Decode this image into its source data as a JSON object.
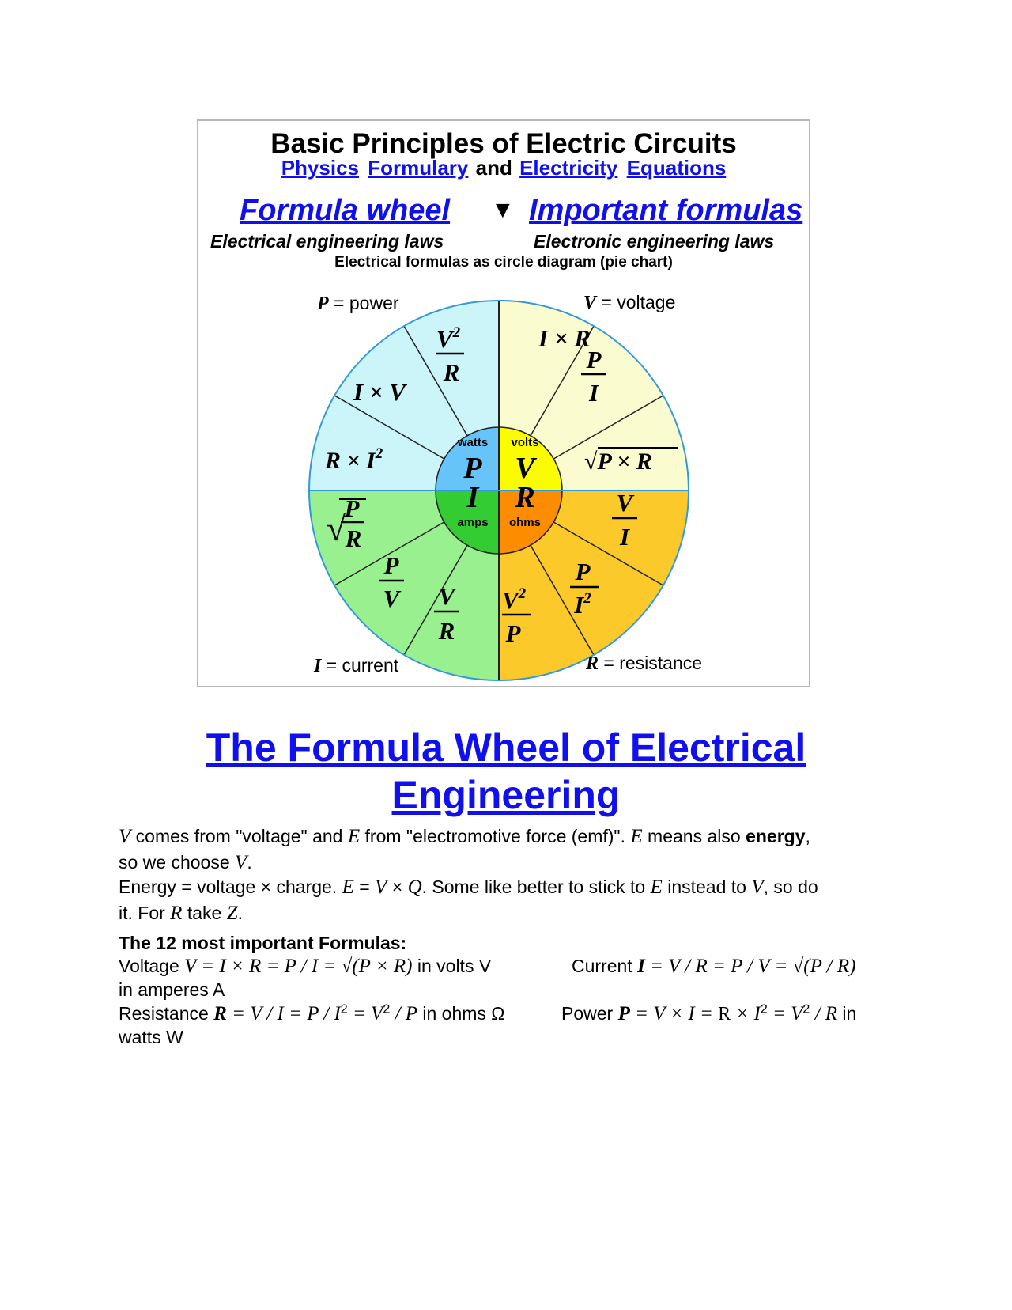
{
  "figure": {
    "title": "Basic Principles of Electric Circuits",
    "sub_links": [
      "Physics",
      "Formulary",
      "Electricity",
      "Equations"
    ],
    "sub_and": "and",
    "link_left": "Formula wheel",
    "triangle": "▼",
    "link_right": "Important formulas",
    "law_left": "Electrical engineering laws",
    "law_right": "Electronic engineering laws",
    "caption": "Electrical formulas as circle diagram (pie chart)",
    "wheel": {
      "corners": {
        "power": {
          "sym": "P",
          "text": " = power"
        },
        "voltage": {
          "sym": "V",
          "text": " = voltage"
        },
        "current": {
          "sym": "I",
          "text": " = current"
        },
        "resistance": {
          "sym": "R",
          "text": " = resistance"
        }
      },
      "center": {
        "watts": {
          "unit": "watts",
          "sym": "P"
        },
        "volts": {
          "unit": "volts",
          "sym": "V"
        },
        "amps": {
          "unit": "amps",
          "sym": "I"
        },
        "ohms": {
          "unit": "ohms",
          "sym": "R"
        }
      },
      "formulas": {
        "v_ir": "I × R",
        "v_sqrt_pr": "P × R",
        "p_iv": "I × V",
        "p_ri2": "R × I",
        "frac_num_p": "P",
        "frac_den_i": "I",
        "frac_num_v": "V",
        "frac_den_r": "R",
        "frac_den_p": "P",
        "frac_den_v": "V",
        "sup2": "2"
      },
      "colors": {
        "power_light": "#ccf5fa",
        "power_center": "#66c4f9",
        "voltage_light": "#fbfbd0",
        "voltage_center": "#fcfc00",
        "current_light": "#99f08f",
        "current_center": "#33cc33",
        "resistance_light": "#fcc92a",
        "resistance_center": "#fc8c00"
      }
    }
  },
  "main_title_line1": "The Formula Wheel of Electrical",
  "main_title_line2": "Engineering",
  "body": {
    "p1_a": " comes from \"voltage\" and ",
    "p1_b": " from \"electromotive force (emf)\". ",
    "p1_c": " means also ",
    "p1_bold": "energy",
    "p1_d": ",",
    "p1_e": "so we choose ",
    "p1_f": ".",
    "p2_a": "Energy = voltage × charge. ",
    "p2_eq": " = ",
    "p2_times": " × ",
    "p2_b": ". Some like better to stick to ",
    "p2_c": " instead to ",
    "p2_d": ", so do",
    "p2_e": "it. For ",
    "p2_f": " take ",
    "p2_g": ".",
    "sym_V": "V",
    "sym_E": "E",
    "sym_Q": "Q",
    "sym_R": "R",
    "sym_Z": "Z",
    "heading": "The 12 most important Formulas:",
    "voltage_label": "Voltage ",
    "voltage_formula": "V = I × R = P / I = √(P × R)",
    "voltage_unit": " in volts V",
    "current_label": "Current ",
    "current_formula_sym": "I",
    "current_formula": " = V / R = P / V = √(P / R)",
    "current_unit": "in amperes A",
    "resistance_label": "Resistance ",
    "resistance_sym": "R",
    "resistance_formula_a": " = V / I = P / I",
    "resistance_formula_b": " = V",
    "resistance_formula_c": " / P",
    "resistance_unit": " in ohms Ω",
    "power_label": "Power ",
    "power_sym": "P",
    "power_formula_a": " = V × I = ",
    "power_formula_R": "R",
    "power_formula_b": " × I",
    "power_formula_c": " = V",
    "power_formula_d": " / R",
    "power_unit_a": " in",
    "power_unit_b": "watts W",
    "sup2": "2"
  }
}
